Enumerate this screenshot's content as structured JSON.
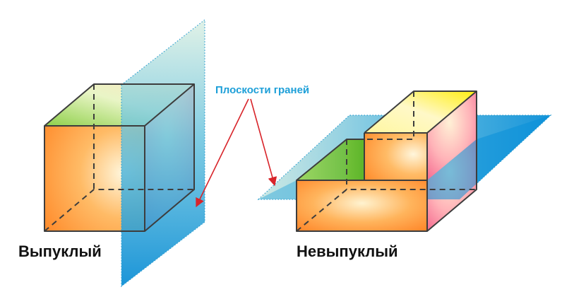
{
  "labels": {
    "convex": "Выпуклый",
    "nonconvex": "Невыпуклый",
    "planes": "Плоскости граней"
  },
  "colors": {
    "orange": "#ff8a2a",
    "green": "#6fc22f",
    "pink": "#f0487e",
    "yellow": "#ffee10",
    "plane_blue": "#0f95d8",
    "arrow": "#d8242a",
    "caption": "#111111",
    "note": "#1d9fd8"
  }
}
